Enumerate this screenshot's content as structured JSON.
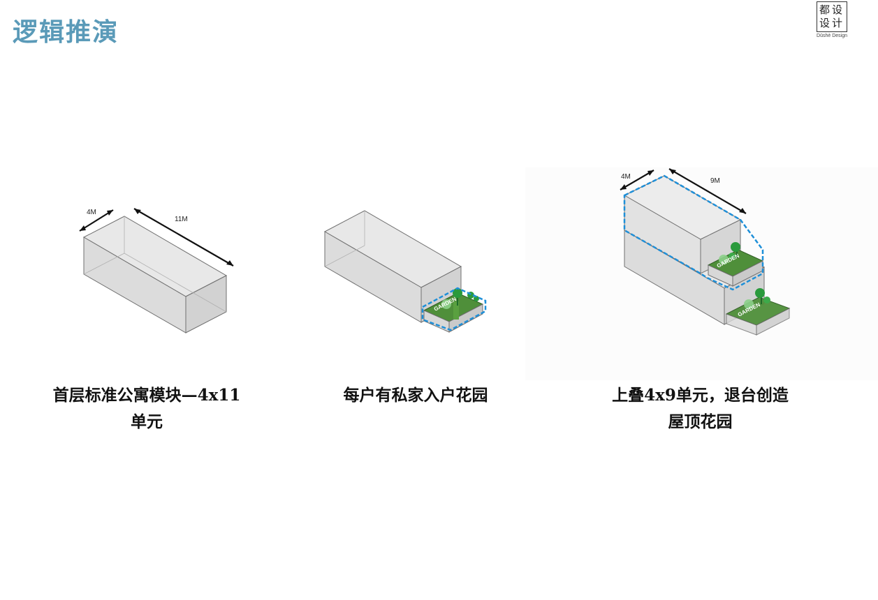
{
  "header": {
    "title": "逻辑推演"
  },
  "logo": {
    "chars": [
      "都",
      "设",
      "设",
      "计"
    ],
    "subtitle": "Dūshè Design"
  },
  "steps": [
    {
      "dims": {
        "width": "4M",
        "length": "11M"
      },
      "caption_line1": "首层标准公寓模块—4x11",
      "caption_line2": "单元"
    },
    {
      "garden_label": "GARDEN",
      "caption_line1": "每户有私家入户花园"
    },
    {
      "dims": {
        "width": "4M",
        "length": "9M"
      },
      "garden_labels": [
        "GARDEN",
        "GARDEN"
      ],
      "caption_line1": "上叠4x9单元，退台创造",
      "caption_line2": "屋顶花园"
    }
  ],
  "colors": {
    "title": "#5a9ab8",
    "box_fill": "#e0e0e0",
    "garden_green": "#4f8f3a",
    "tree_green": "#3daa4a",
    "dashed_outline": "#1e8fd8"
  }
}
